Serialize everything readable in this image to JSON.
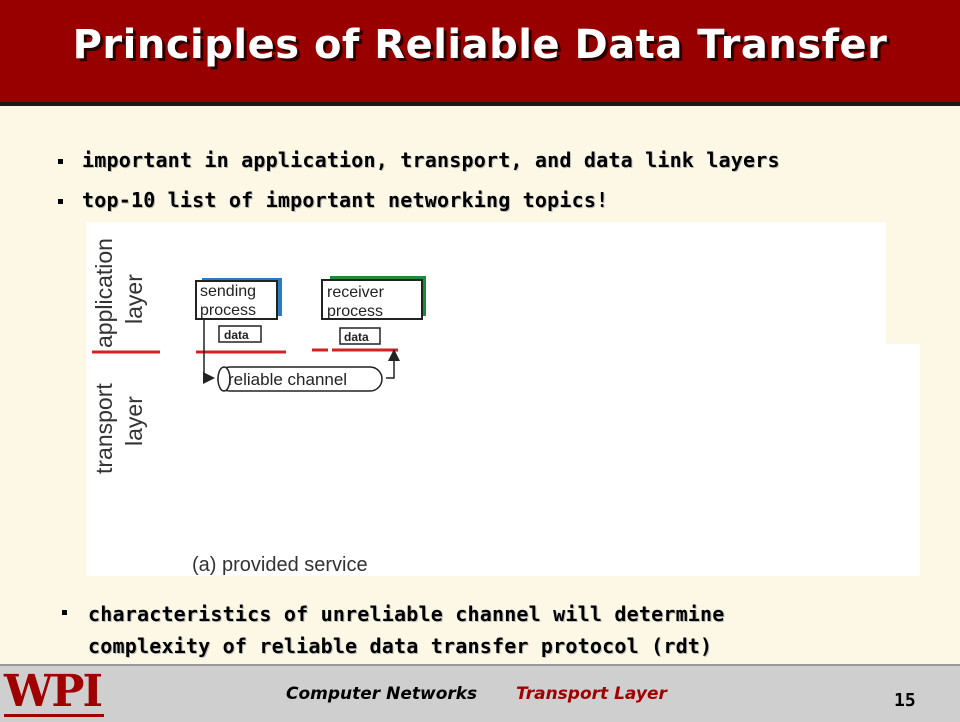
{
  "slide": {
    "title": "Principles of Reliable Data Transfer",
    "bullets": [
      "important in application, transport, and data link layers",
      "top-10 list of important networking topics!"
    ],
    "bottom_bullet": {
      "line1": "characteristics of unreliable channel will determine",
      "line2": "complexity of reliable data transfer protocol (rdt)"
    }
  },
  "diagram": {
    "layer_labels": {
      "application_1": "application",
      "application_2": "layer",
      "transport_1": "transport",
      "transport_2": "layer"
    },
    "sender": {
      "line1": "sending",
      "line2": "process",
      "data": "data"
    },
    "receiver": {
      "line1": "receiver",
      "line2": "process",
      "data": "data"
    },
    "channel": "reliable channel",
    "caption": "(a)  provided service",
    "colors": {
      "sender_accent": "#2b7bc0",
      "receiver_accent": "#1f8a3c",
      "layer_line": "#d42020"
    }
  },
  "footer": {
    "logo": "WPI",
    "course": "Computer Networks",
    "chapter": "Transport Layer",
    "page": "15"
  },
  "theme": {
    "header_bg": "#980000",
    "slide_bg": "#fdf8e6",
    "footer_bg": "#cfcfcf"
  }
}
